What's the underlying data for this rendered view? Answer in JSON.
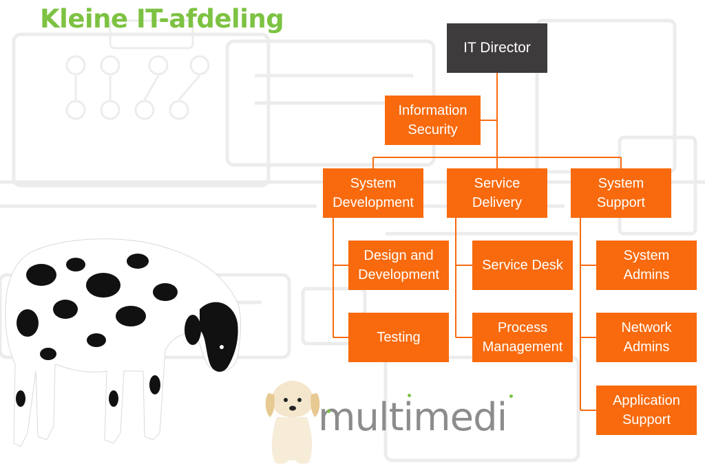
{
  "title": "Kleine IT-afdeling",
  "colors": {
    "title": "#7dc242",
    "box": "#f86a0d",
    "top_box": "#3d3b3b",
    "line": "#f86a0d",
    "logo_text": "#8c8c8c"
  },
  "org": {
    "director": "IT Director",
    "infosec": "Information\nSecurity",
    "departments": [
      {
        "name": "System\nDevelopment",
        "teams": [
          "Design and\nDevelopment",
          "Testing"
        ]
      },
      {
        "name": "Service\nDelivery",
        "teams": [
          "Service Desk",
          "Process\nManagement"
        ]
      },
      {
        "name": "System\nSupport",
        "teams": [
          "System\nAdmins",
          "Network\nAdmins",
          "Application\nSupport"
        ]
      }
    ]
  },
  "logo": {
    "text": "multimedi"
  },
  "images": {
    "large_dog": "great-dane",
    "small_dog": "puppy"
  }
}
